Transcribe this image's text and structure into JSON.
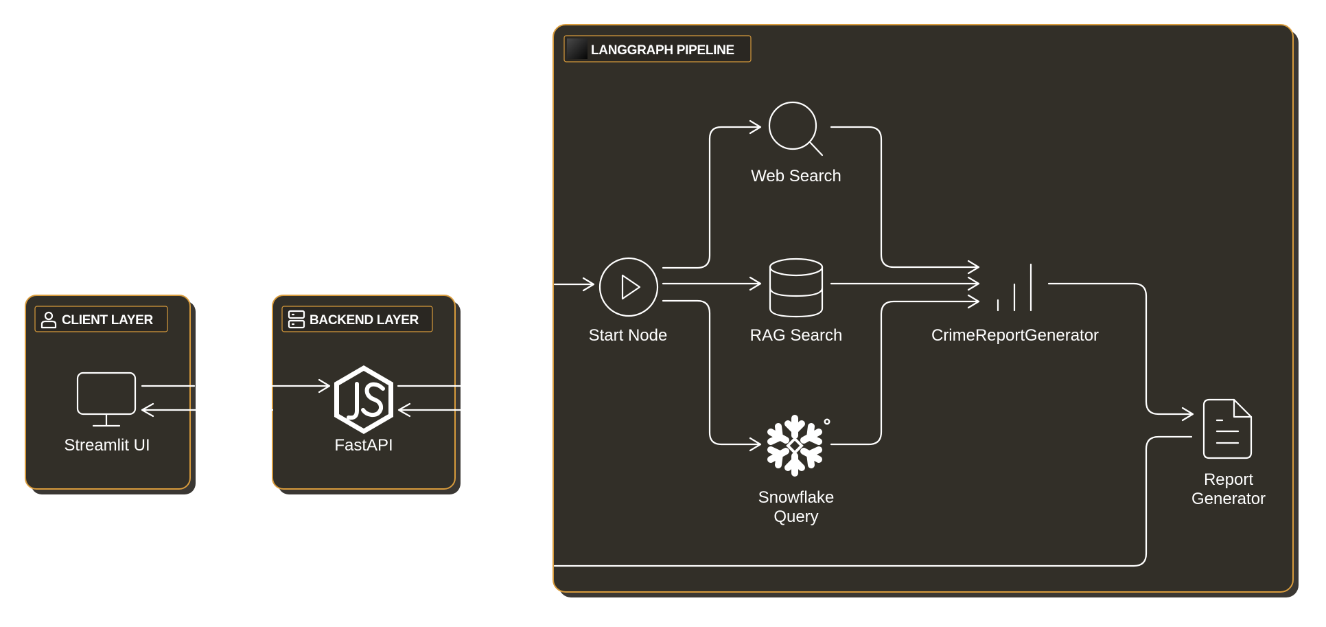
{
  "colors": {
    "panel_background": "#322f28",
    "panel_border": "#d89b3c",
    "panel_shadow": "#3a3733",
    "line": "#ffffff",
    "text": "#ffffff"
  },
  "client_layer": {
    "title": "CLIENT LAYER",
    "title_icon": "user-icon",
    "nodes": [
      {
        "label": "Streamlit UI",
        "icon": "monitor-icon"
      }
    ]
  },
  "backend_layer": {
    "title": "BACKEND LAYER",
    "title_icon": "server-icon",
    "nodes": [
      {
        "label": "FastAPI",
        "icon": "nodejs-hexagon-icon"
      }
    ]
  },
  "pipeline": {
    "title": "LANGGRAPH PIPELINE",
    "title_icon": "black-square-icon",
    "nodes": {
      "start": {
        "label": "Start Node",
        "icon": "play-circle-icon"
      },
      "web_search": {
        "label": "Web Search",
        "icon": "magnifier-icon"
      },
      "rag_search": {
        "label": "RAG Search",
        "icon": "database-icon"
      },
      "snowflake": {
        "label_line1": "Snowflake",
        "label_line2": "Query",
        "icon": "snowflake-logo-icon"
      },
      "crime_report": {
        "label": "CrimeReportGenerator",
        "icon": "bar-chart-icon"
      },
      "report": {
        "label_line1": "Report",
        "label_line2": "Generator",
        "icon": "document-icon"
      }
    }
  }
}
